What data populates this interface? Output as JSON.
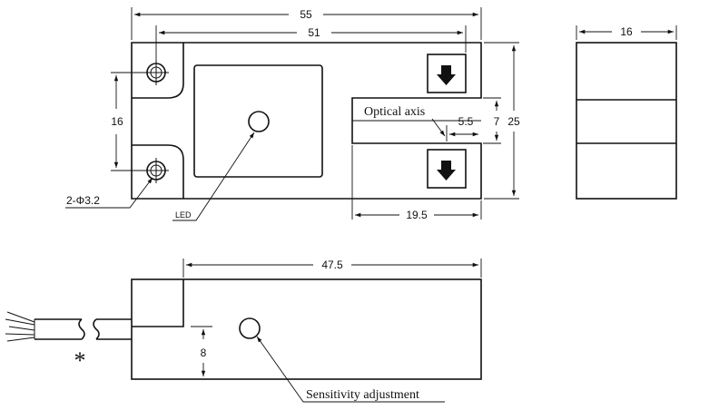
{
  "dimensions": {
    "overall_length": "55",
    "hole_pitch_length": "51",
    "side_width": "16",
    "hole_pitch_height": "16",
    "overall_height": "25",
    "slot_width": "7",
    "optical_axis_offset": "5.5",
    "slot_depth": "19.5",
    "side_length": "47.5",
    "adjuster_height": "8"
  },
  "labels": {
    "optical_axis": "Optical axis",
    "holes": "2-Φ3.2",
    "led": "LED",
    "sensitivity": "Sensitivity adjustment",
    "cable_mark": "*"
  }
}
